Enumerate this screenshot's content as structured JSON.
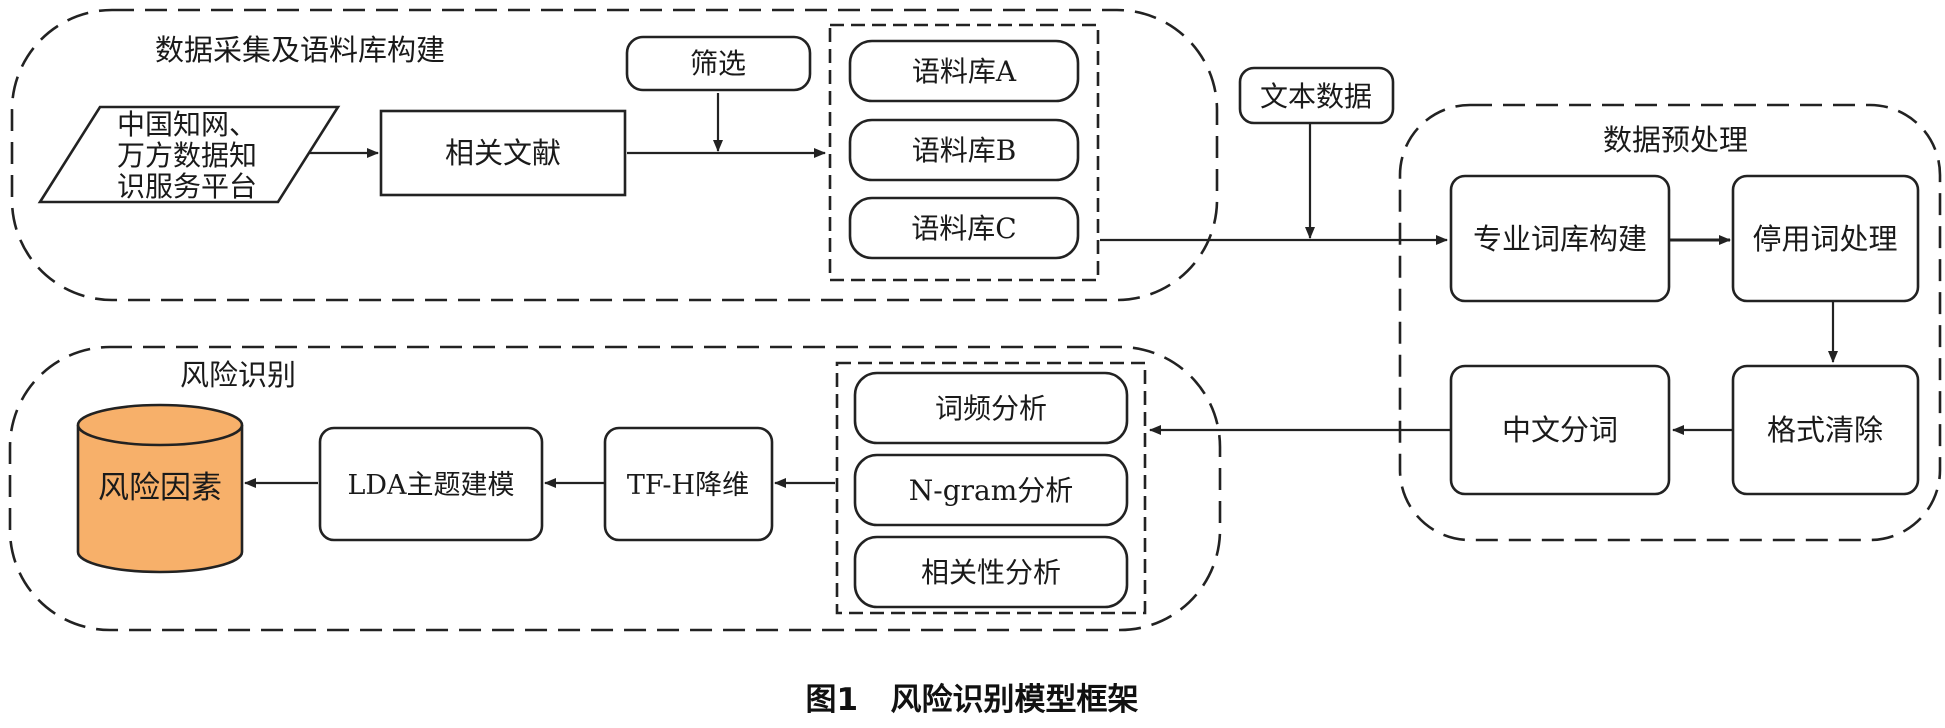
{
  "groups": {
    "collection": "数据采集及语料库构建",
    "preprocess": "数据预处理",
    "risk": "风险识别"
  },
  "nodes": {
    "source_lines": [
      "中国知网、",
      "万方数据知",
      "识服务平台"
    ],
    "literature": "相关文献",
    "filter": "筛选",
    "corpus_a": "语料库A",
    "corpus_b": "语料库B",
    "corpus_c": "语料库C",
    "text_data": "文本数据",
    "lexicon": "专业词库构建",
    "stopwords": "停用词处理",
    "format_clean": "格式清除",
    "segmentation": "中文分词",
    "freq": "词频分析",
    "ngram": "N-gram分析",
    "correlation": "相关性分析",
    "tfh": "TF-H降维",
    "lda": "LDA主题建模",
    "risk_factors": "风险因素"
  },
  "caption": "图1   风险识别模型框架",
  "colors": {
    "risk_factors_fill": "#F7B06A",
    "stroke": "#222222"
  }
}
